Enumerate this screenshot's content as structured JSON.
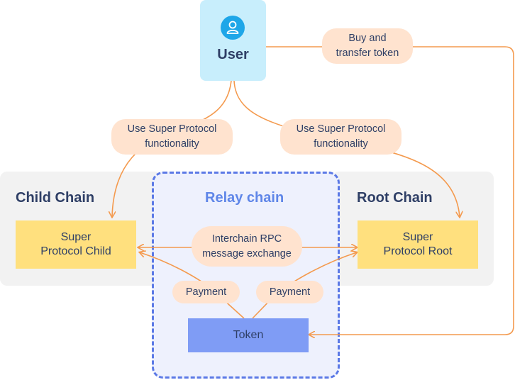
{
  "user": {
    "label": "User",
    "icon": "user-icon"
  },
  "panels": {
    "child_chain": "Child Chain",
    "relay_chain": "Relay chain",
    "root_chain": "Root Chain"
  },
  "boxes": {
    "super_protocol_child": [
      "Super",
      "Protocol Child"
    ],
    "super_protocol_root": [
      "Super",
      "Protocol Root"
    ],
    "token": "Token"
  },
  "labels": {
    "buy_transfer": [
      "Buy and",
      "transfer token"
    ],
    "use_left": [
      "Use Super Protocol",
      "functionality"
    ],
    "use_right": [
      "Use Super Protocol",
      "functionality"
    ],
    "interchain": [
      "Interchain RPC",
      "message exchange"
    ],
    "payment_left": "Payment",
    "payment_right": "Payment"
  },
  "colors": {
    "arrow": "#f49a4e",
    "relay_border": "#5b79e6",
    "user_bg": "#c8eefc",
    "box_yellow": "#ffe07e",
    "token_blue": "#7f9cf5",
    "bubble": "#ffe3cf"
  }
}
